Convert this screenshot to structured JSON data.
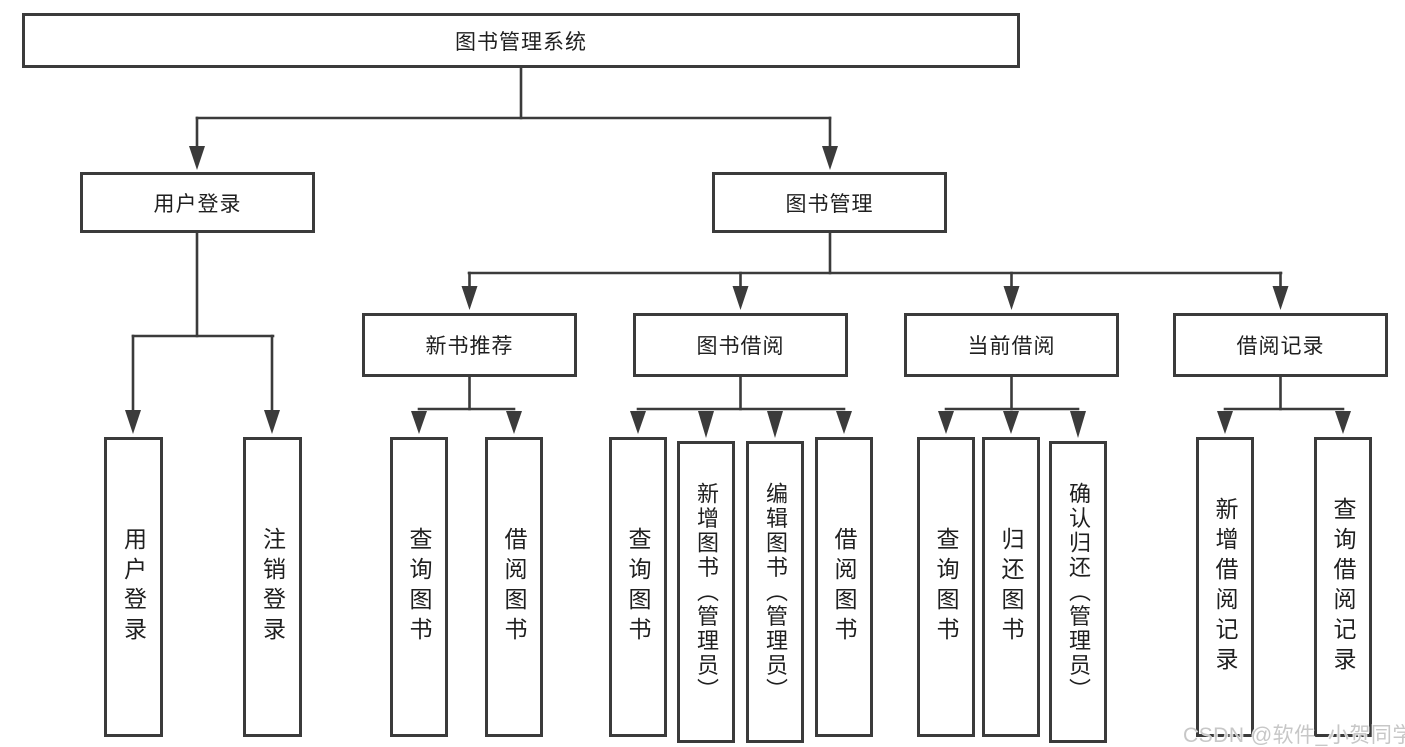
{
  "tree": {
    "label": "图书管理系统",
    "children": [
      {
        "label": "用户登录",
        "children": [
          {
            "label": "用户登录"
          },
          {
            "label": "注销登录"
          }
        ]
      },
      {
        "label": "图书管理",
        "children": [
          {
            "label": "新书推荐",
            "children": [
              {
                "label": "查询图书"
              },
              {
                "label": "借阅图书"
              }
            ]
          },
          {
            "label": "图书借阅",
            "children": [
              {
                "label": "查询图书"
              },
              {
                "label": "新增图书（管理员）"
              },
              {
                "label": "编辑图书（管理员）"
              },
              {
                "label": "借阅图书"
              }
            ]
          },
          {
            "label": "当前借阅",
            "children": [
              {
                "label": "查询图书"
              },
              {
                "label": "归还图书"
              },
              {
                "label": "确认归还（管理员）"
              }
            ]
          },
          {
            "label": "借阅记录",
            "children": [
              {
                "label": "新增借阅记录"
              },
              {
                "label": "查询借阅记录"
              }
            ]
          }
        ]
      }
    ]
  },
  "watermark": {
    "text": "CSDN @软件_小贺同学"
  },
  "colors": {
    "line": "#3b3b3b",
    "text": "#1f1f1f",
    "watermark": "#c7c7c7",
    "background": "#ffffff"
  }
}
